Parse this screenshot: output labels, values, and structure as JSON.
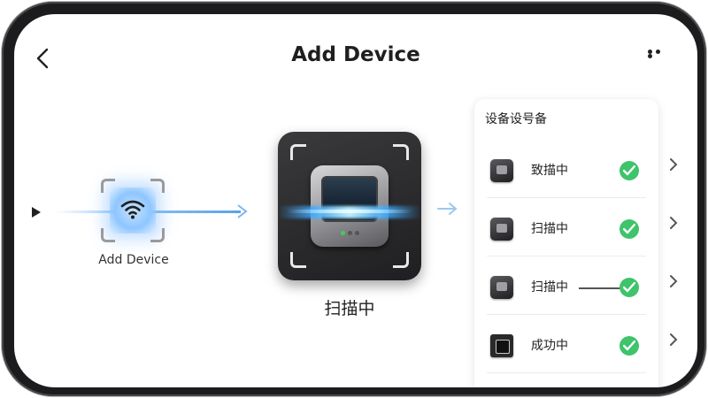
{
  "header": {
    "title": "Add Device",
    "back_icon": "chevron-left-icon",
    "more_icon": "more-horizontal-icon"
  },
  "add_device": {
    "label": "Add Device",
    "icon": "wifi-icon"
  },
  "scanner": {
    "label": "扫描中"
  },
  "device_list": {
    "title": "设备设号备",
    "items": [
      {
        "label": "致描中",
        "icon": "device-icon",
        "status_icon": "check-circle-icon"
      },
      {
        "label": "扫描中",
        "icon": "device-icon",
        "status_icon": "check-circle-icon"
      },
      {
        "label": "扫描中",
        "icon": "device-icon",
        "status_icon": "check-circle-icon"
      },
      {
        "label": "成功中",
        "icon": "circuit-board-icon",
        "status_icon": "check-circle-icon"
      }
    ]
  },
  "colors": {
    "accent_blue": "#5aa2ea",
    "success_green": "#3fc36b",
    "scanner_bg": "#2a2a2c"
  }
}
